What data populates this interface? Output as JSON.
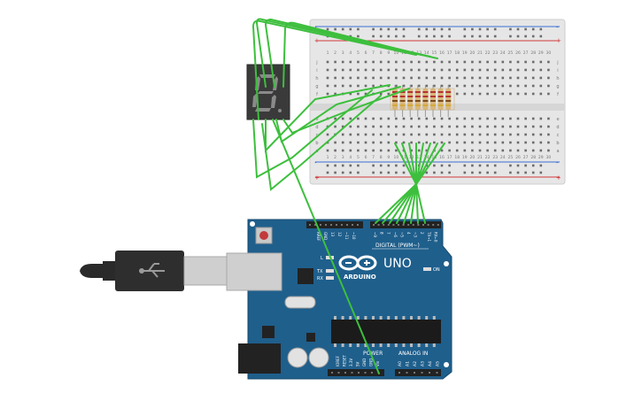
{
  "breadboard": {
    "rows_top": [
      "j",
      "i",
      "h",
      "g",
      "f"
    ],
    "rows_bottom": [
      "e",
      "d",
      "c",
      "b",
      "a"
    ],
    "column_numbers": [
      "1",
      "2",
      "3",
      "4",
      "5",
      "6",
      "7",
      "8",
      "9",
      "10",
      "11",
      "12",
      "13",
      "14",
      "15",
      "16",
      "17",
      "18",
      "19",
      "20",
      "21",
      "22",
      "23",
      "24",
      "25",
      "26",
      "27",
      "28",
      "29",
      "30"
    ],
    "plus": "+",
    "minus": "-"
  },
  "arduino": {
    "brand": "ARDUINO",
    "model": "UNO",
    "digital_label": "DIGITAL (PWM~)",
    "power_label": "POWER",
    "analog_label": "ANALOG IN",
    "on_label": "ON",
    "l_label": "L",
    "tx_label": "TX",
    "rx_label": "RX",
    "aref": "AREF",
    "gnd": "GND",
    "digital_pins": [
      "13",
      "12",
      "~11",
      "~10",
      "~9",
      "8",
      "7",
      "~6",
      "~5",
      "4",
      "~3",
      "2",
      "TX→1",
      "RX←0"
    ],
    "power_pins": [
      "IOREF",
      "RESET",
      "3.3V",
      "5V",
      "GND",
      "GND",
      "Vin"
    ],
    "analog_pins": [
      "A0",
      "A1",
      "A2",
      "A3",
      "A4",
      "A5"
    ]
  },
  "colors": {
    "wire": "#3dbf3d",
    "board": "#1f5f8c",
    "breadboard": "#e8e8e8",
    "display": "#3a3a3a"
  }
}
